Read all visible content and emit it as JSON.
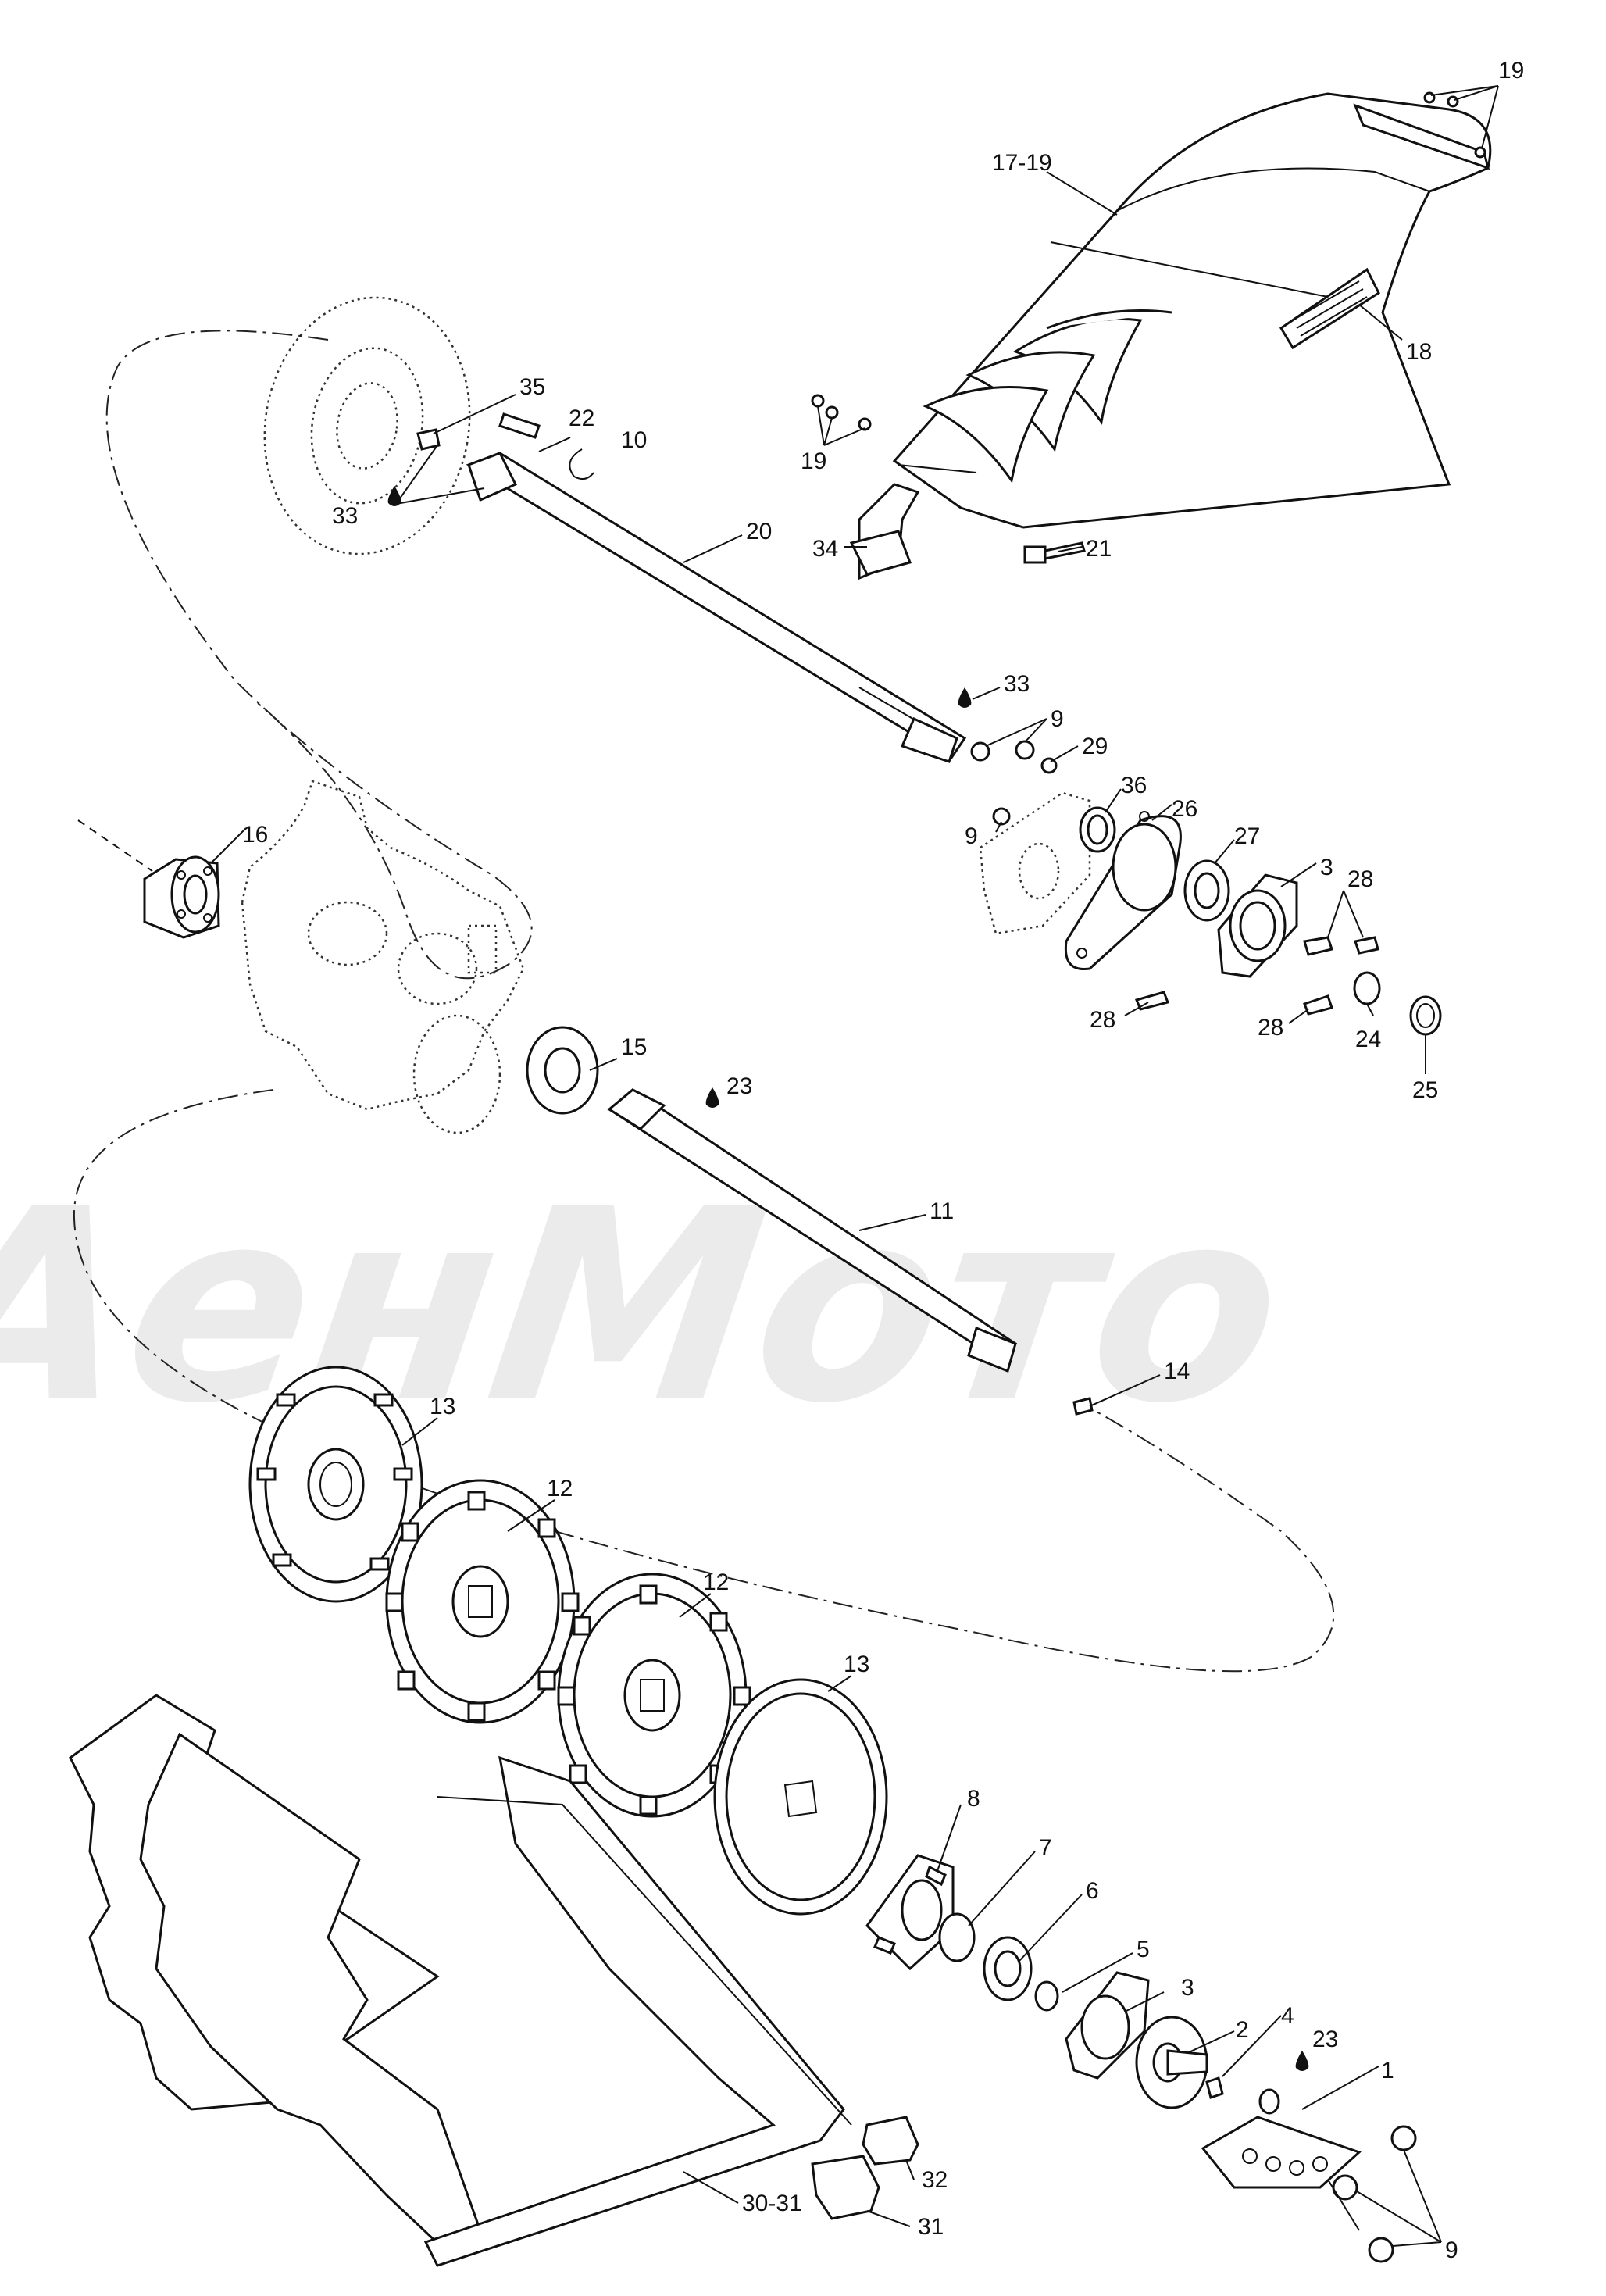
{
  "watermark": "AенMото",
  "labels": {
    "l1": "1",
    "l2": "2",
    "l3a": "3",
    "l3b": "3",
    "l4": "4",
    "l5": "5",
    "l6": "6",
    "l7": "7",
    "l8": "8",
    "l9a": "9",
    "l9b": "9",
    "l9c": "9",
    "l10": "10",
    "l11": "11",
    "l12a": "12",
    "l12b": "12",
    "l13a": "13",
    "l13b": "13",
    "l14": "14",
    "l15": "15",
    "l16": "16",
    "l17": "17-19",
    "l18": "18",
    "l19a": "19",
    "l19b": "19",
    "l20": "20",
    "l21": "21",
    "l22": "22",
    "l23a": "23",
    "l23b": "23",
    "l24": "24",
    "l25": "25",
    "l26": "26",
    "l27": "27",
    "l28a": "28",
    "l28b": "28",
    "l28c": "28",
    "l29": "29",
    "l30": "30-31",
    "l31": "31",
    "l32": "32",
    "l33a": "33",
    "l33b": "33",
    "l34": "34",
    "l35": "35",
    "l36": "36"
  },
  "icons": [
    "oil-drop-icon"
  ]
}
